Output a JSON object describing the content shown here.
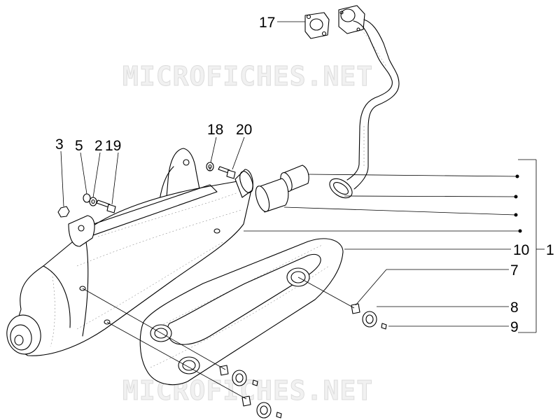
{
  "watermark": "MICROFICHES.NET",
  "callouts": {
    "c17": "17",
    "c18": "18",
    "c20": "20",
    "c3": "3",
    "c5": "5",
    "c2": "2",
    "c19": "19",
    "c10": "10",
    "c1": "1",
    "c7": "7",
    "c8": "8",
    "c9": "9"
  }
}
